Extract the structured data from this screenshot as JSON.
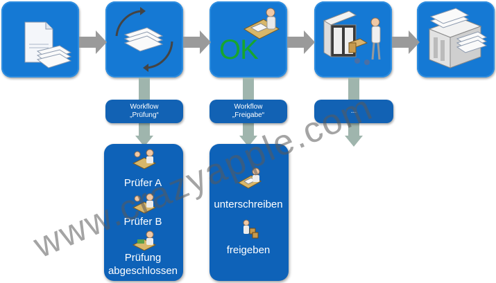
{
  "workflow_pruefung": {
    "line1": "Workflow",
    "line2": "„Prüfung“"
  },
  "workflow_freigabe": {
    "line1": "Workflow",
    "line2": "„Freigabe“"
  },
  "third_label": "...",
  "ok_text": "OK",
  "pruefung_panel": {
    "item1": "Prüfer A",
    "item2": "Prüfer B",
    "item3_line1": "Prüfung",
    "item3_line2": "abgeschlossen"
  },
  "freigabe_panel": {
    "item1": "unterschreiben",
    "item2": "freigeben"
  },
  "watermark": "www.crazyapple.com",
  "colors": {
    "box_blue": "#1579d4",
    "panel_blue": "#0e62b8",
    "arrow_gray": "#9a9a9a",
    "ok_green": "#17a52f"
  }
}
